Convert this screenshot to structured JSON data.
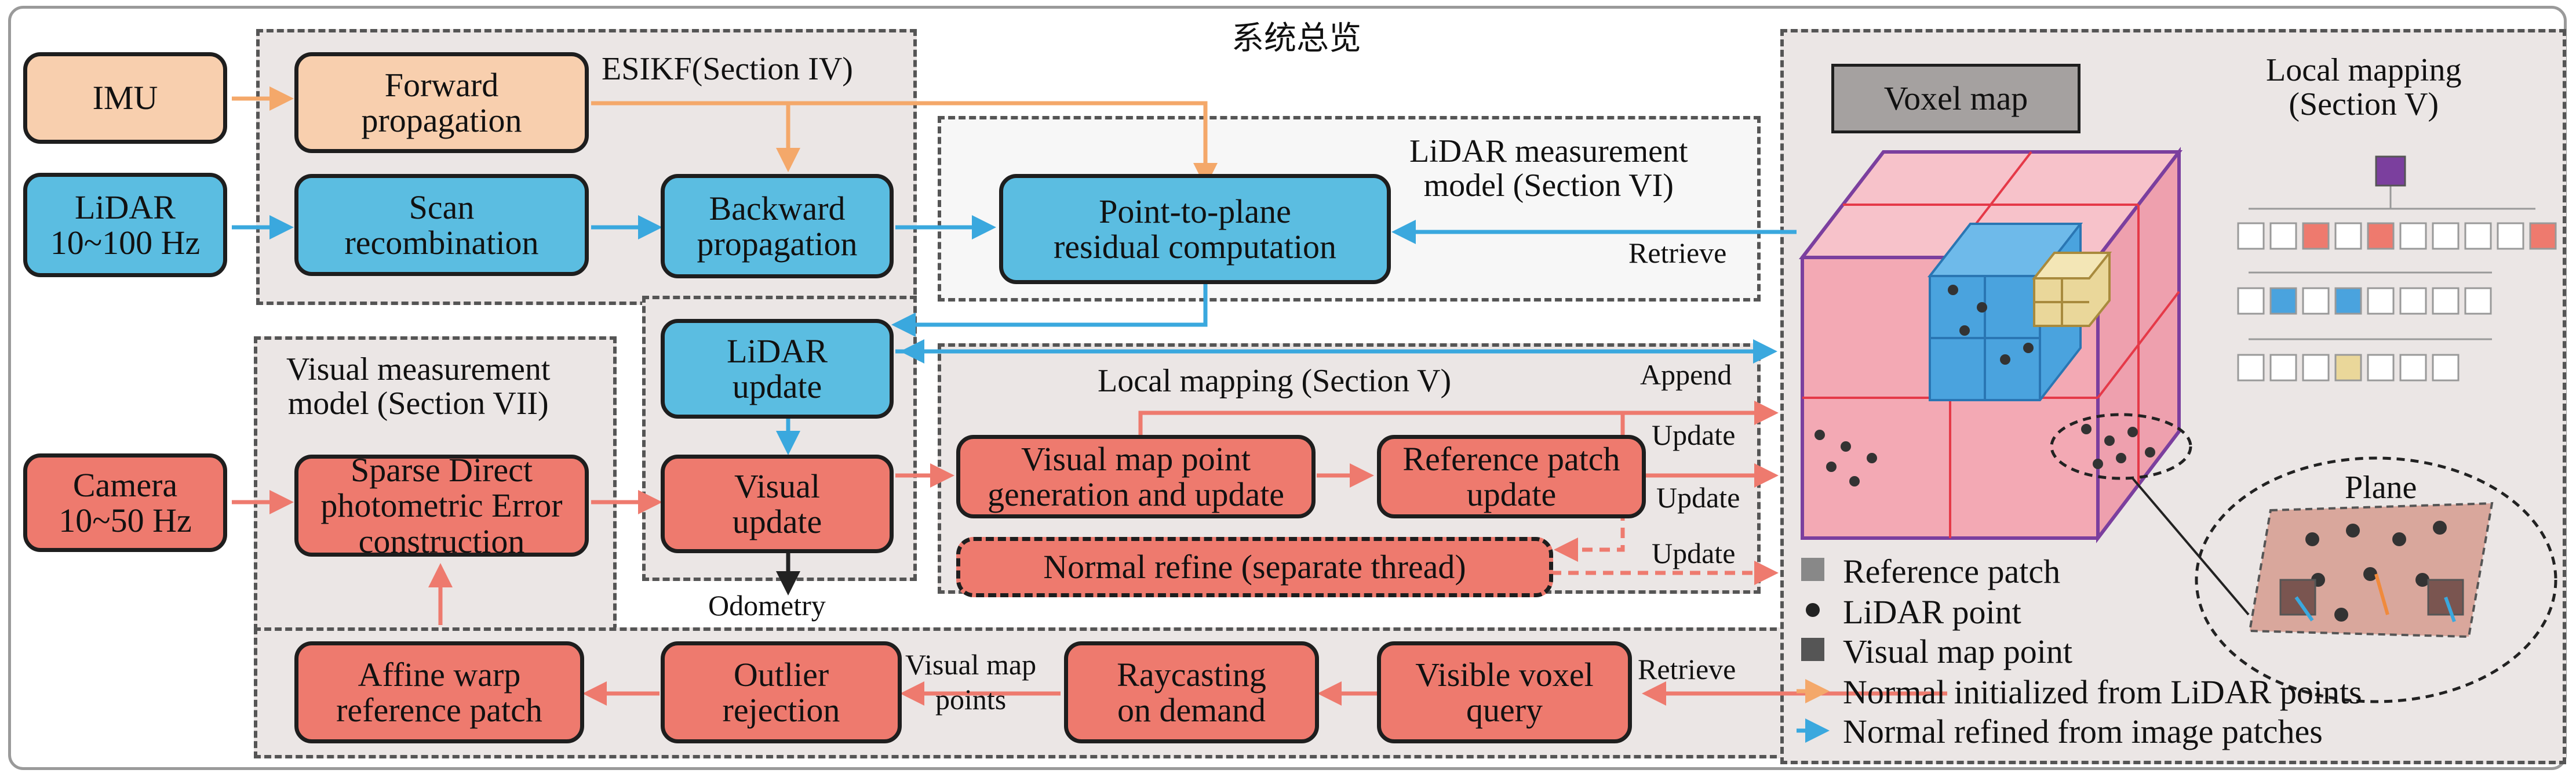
{
  "title": "系统总览",
  "regions": {
    "esikf": "ESIKF(Section IV)",
    "lidar_measurement": "LiDAR measurement\nmodel (Section VI)",
    "visual_measurement": "Visual measurement\nmodel (Section VII)",
    "local_mapping_inner": "Local mapping (Section V)",
    "local_mapping_right": "Local mapping\n(Section V)"
  },
  "boxes": {
    "imu": "IMU",
    "lidar": "LiDAR\n10~100 Hz",
    "camera": "Camera\n10~50 Hz",
    "forward_propagation": "Forward\npropagation",
    "scan_recombination": "Scan\nrecombination",
    "backward_propagation": "Backward\npropagation",
    "point_to_plane": "Point-to-plane\nresidual computation",
    "lidar_update": "LiDAR\nupdate",
    "visual_update": "Visual\nupdate",
    "sparse_direct": "Sparse Direct\nphotometric Error\nconstruction",
    "affine_warp": "Affine warp\nreference patch",
    "outlier_rejection": "Outlier\nrejection",
    "raycasting": "Raycasting\non demand",
    "visible_voxel": "Visible voxel\nquery",
    "visual_map_point": "Visual map point\ngeneration and update",
    "reference_patch_update": "Reference patch\nupdate",
    "normal_refine": "Normal refine (separate thread)",
    "voxel_map": "Voxel map"
  },
  "edge_labels": {
    "retrieve_top": "Retrieve",
    "append": "Append",
    "update_1": "Update",
    "update_2": "Update",
    "update_3": "Update",
    "odometry": "Odometry",
    "visual_map_points": "Visual map\npoints",
    "retrieve_bottom": "Retrieve",
    "plane": "Plane"
  },
  "legend": [
    "Reference patch",
    "LiDAR point",
    "Visual map point",
    "Normal initialized from LiDAR points",
    "Normal refined from image patches"
  ],
  "colors": {
    "orange": "#f8cfae",
    "blue": "#5bbde1",
    "red": "#ee7a6e",
    "orange_arrow": "#f4a86a",
    "blue_arrow": "#3aa8de",
    "red_arrow": "#ee7a6e",
    "voxel_purple": "#7b3f9e",
    "voxel_pink": "#f3a9b4",
    "voxel_blue": "#4aa3de",
    "voxel_yellow": "#ead79a"
  }
}
